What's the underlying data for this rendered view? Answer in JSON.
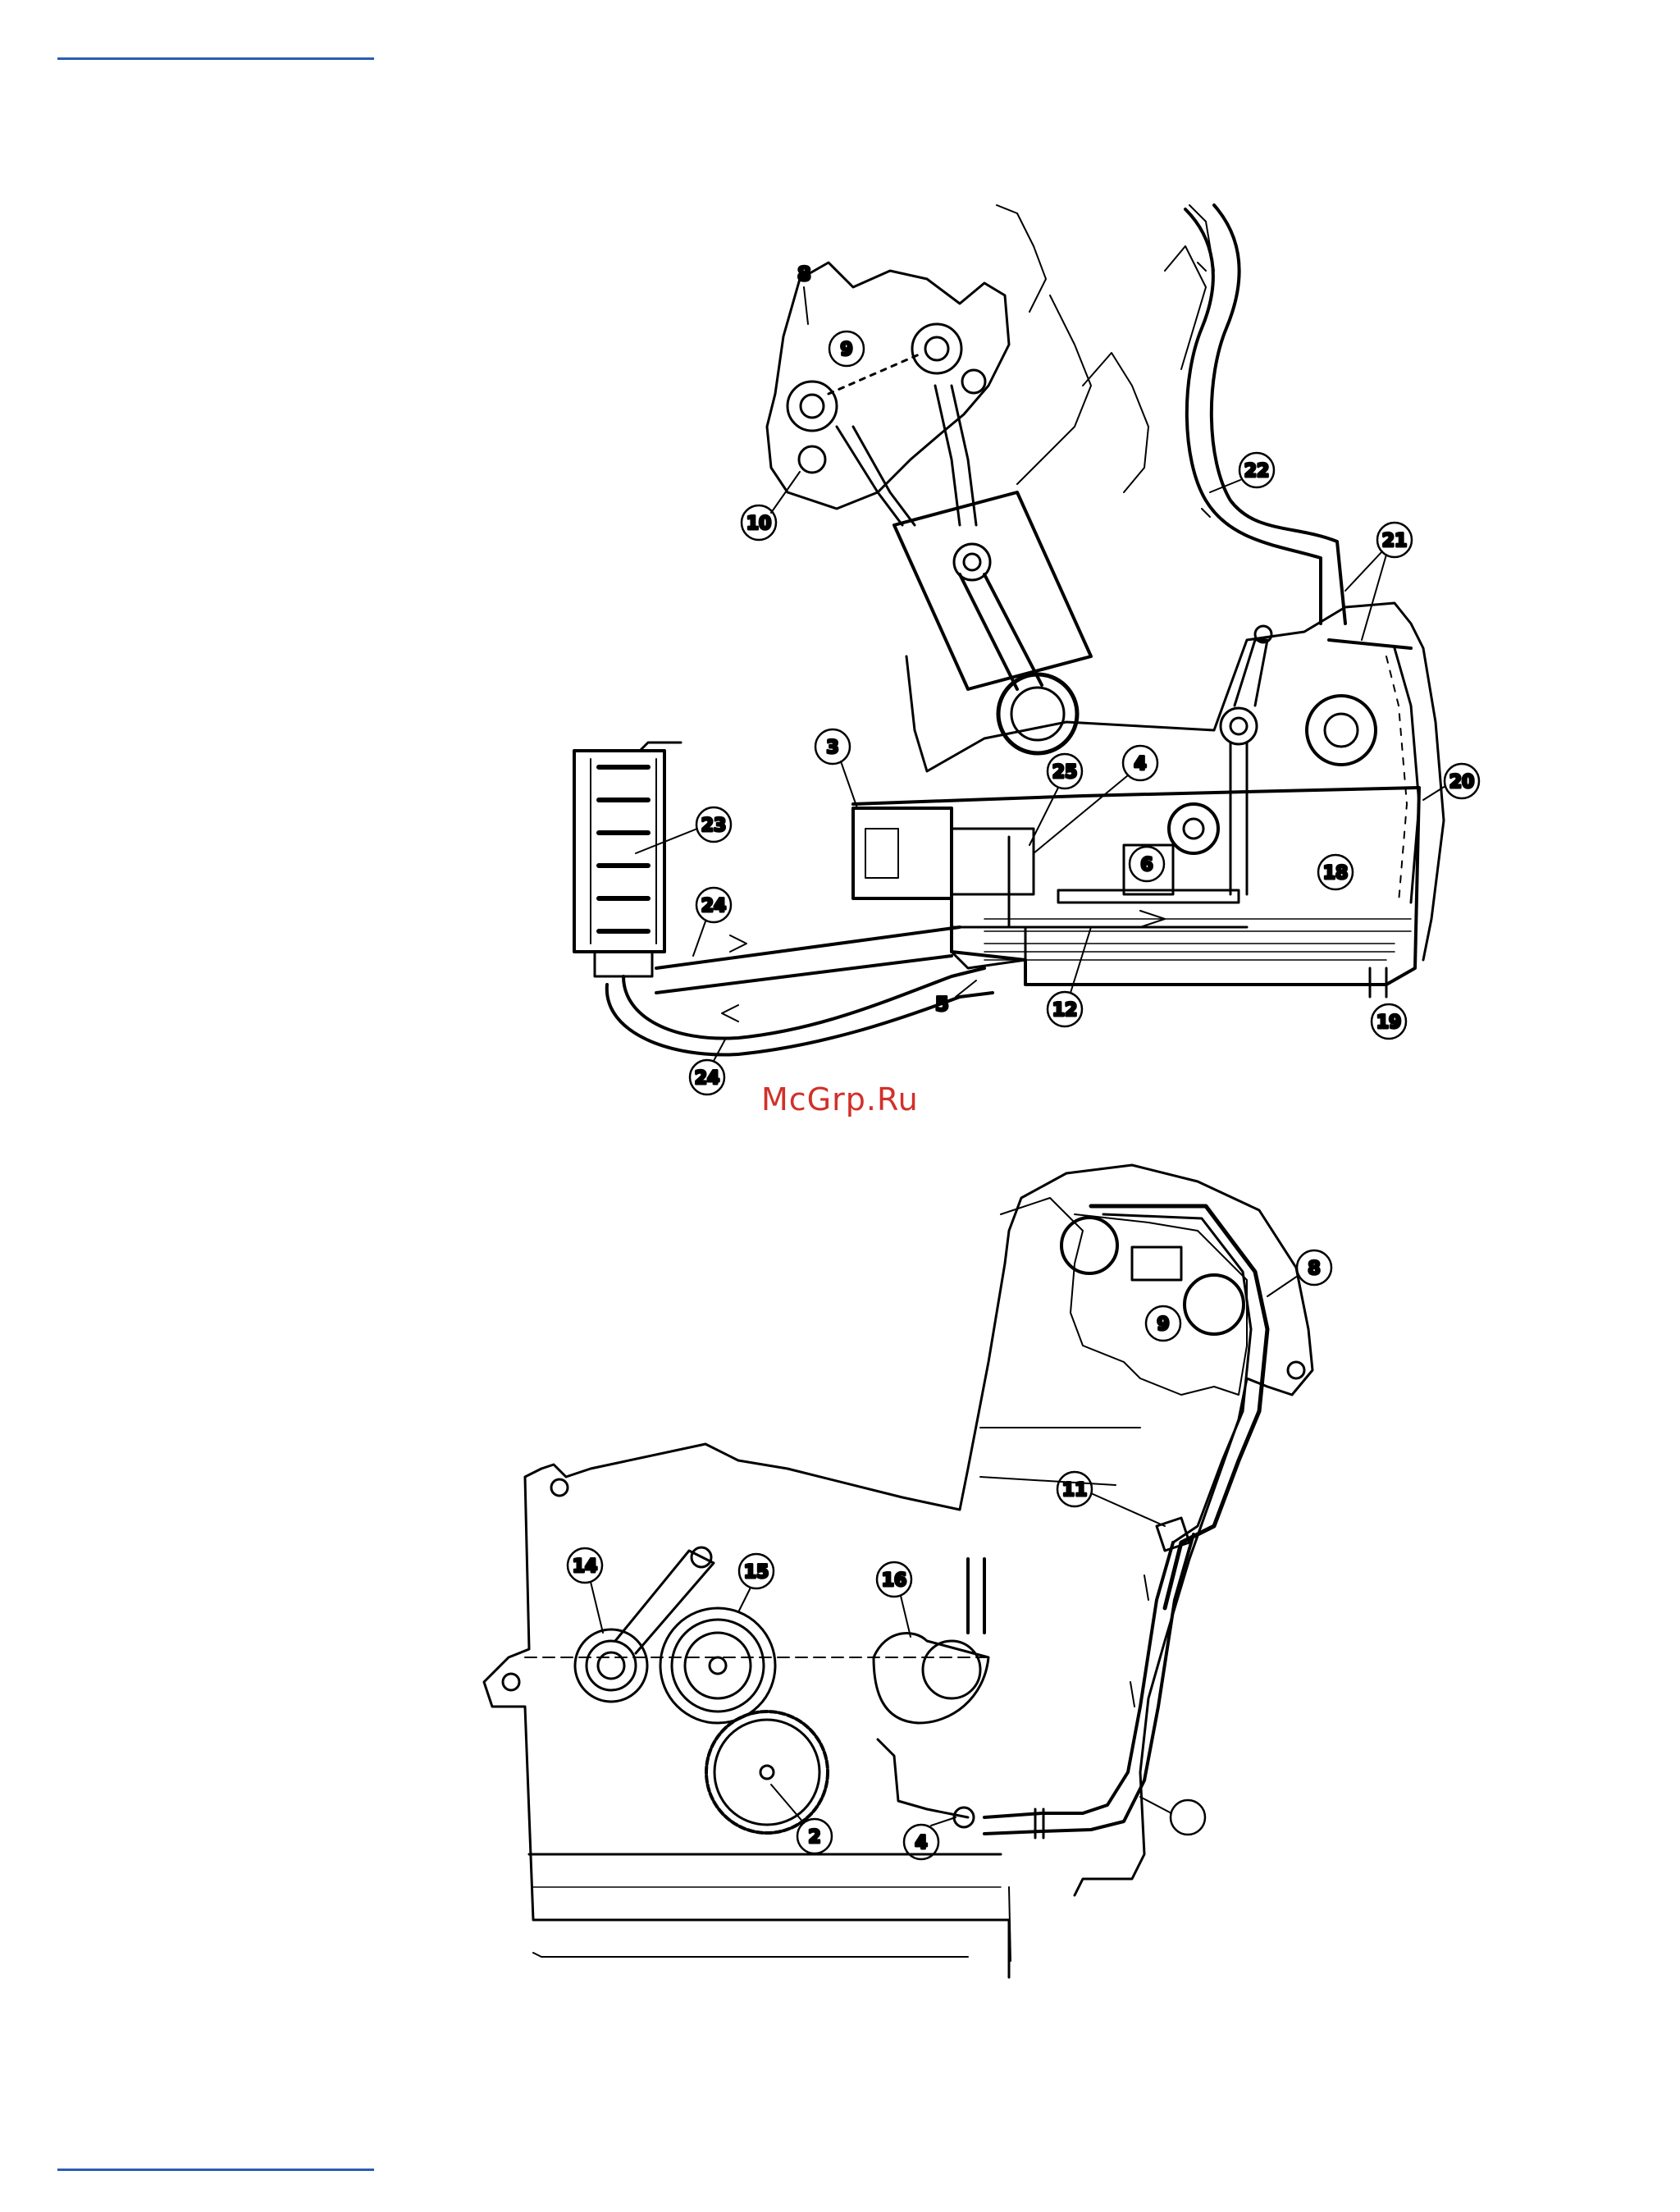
{
  "watermark": "McGrp.Ru",
  "colors": {
    "rule": "#2a5db0",
    "watermark": "#d2302a",
    "ink": "#000000"
  },
  "top_figure": {
    "callouts": [
      "8",
      "9",
      "10",
      "22",
      "21",
      "3",
      "25",
      "4",
      "20",
      "23",
      "24",
      "6",
      "18",
      "5",
      "12",
      "19",
      "24"
    ]
  },
  "bottom_figure": {
    "callouts": [
      "8",
      "9",
      "11",
      "14",
      "15",
      "16",
      "2",
      "4"
    ]
  }
}
